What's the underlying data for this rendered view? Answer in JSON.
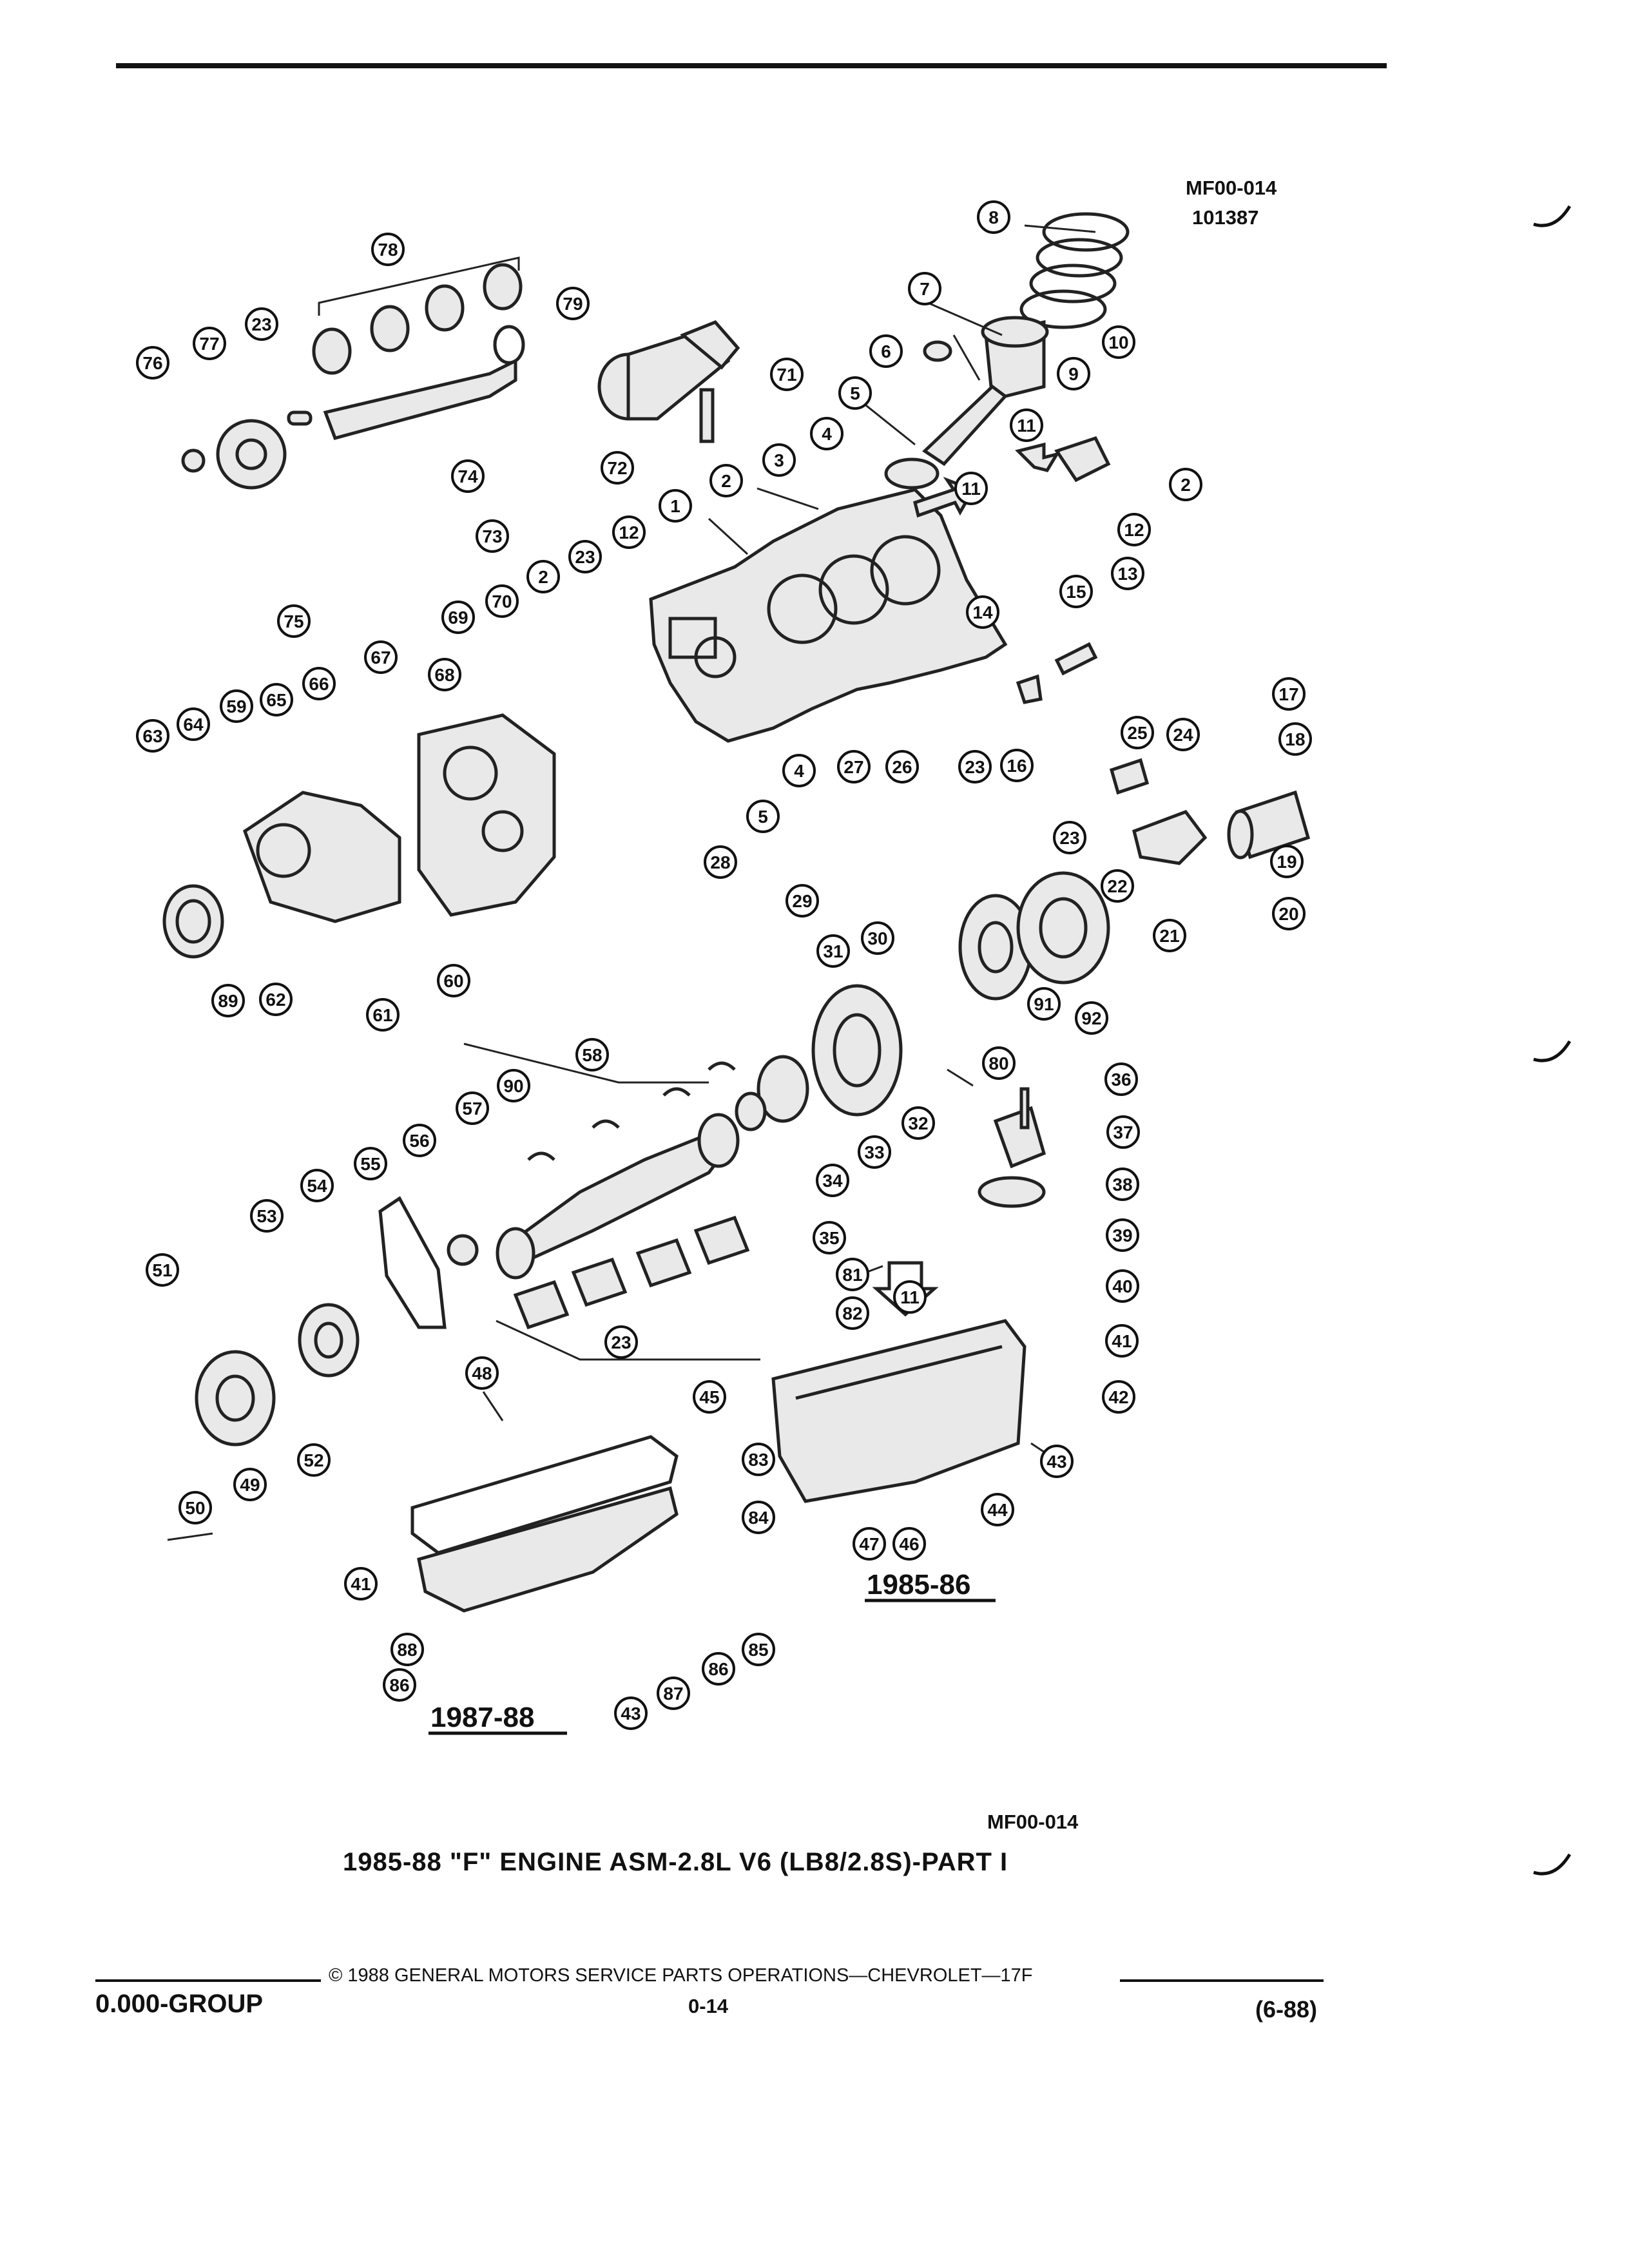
{
  "header": {
    "ref_code": "MF00-014",
    "ref_number": "101387"
  },
  "diagram": {
    "callouts": [
      "1",
      "2",
      "3",
      "4",
      "5",
      "6",
      "7",
      "8",
      "9",
      "10",
      "11",
      "12",
      "13",
      "14",
      "15",
      "16",
      "17",
      "18",
      "19",
      "20",
      "21",
      "22",
      "23",
      "24",
      "25",
      "26",
      "27",
      "28",
      "29",
      "30",
      "31",
      "32",
      "33",
      "34",
      "35",
      "36",
      "37",
      "38",
      "39",
      "40",
      "41",
      "42",
      "43",
      "44",
      "45",
      "46",
      "47",
      "48",
      "49",
      "50",
      "51",
      "52",
      "53",
      "54",
      "55",
      "56",
      "57",
      "58",
      "59",
      "60",
      "61",
      "62",
      "63",
      "64",
      "65",
      "66",
      "67",
      "68",
      "69",
      "70",
      "71",
      "72",
      "73",
      "74",
      "75",
      "76",
      "77",
      "78",
      "79",
      "80",
      "81",
      "82",
      "83",
      "84",
      "85",
      "86",
      "87",
      "88",
      "89",
      "90",
      "91",
      "92"
    ],
    "year_label_a": "1985-86",
    "year_label_b": "1987-88"
  },
  "caption": {
    "code": "MF00-014",
    "title": "1985-88 \"F\" ENGINE ASM-2.8L V6 (LB8/2.8S)-PART I"
  },
  "footer": {
    "group": "0.000-GROUP",
    "copyright": "© 1988 GENERAL MOTORS SERVICE PARTS OPERATIONS—CHEVROLET—17F",
    "page": "0-14",
    "date": "(6-88)"
  }
}
